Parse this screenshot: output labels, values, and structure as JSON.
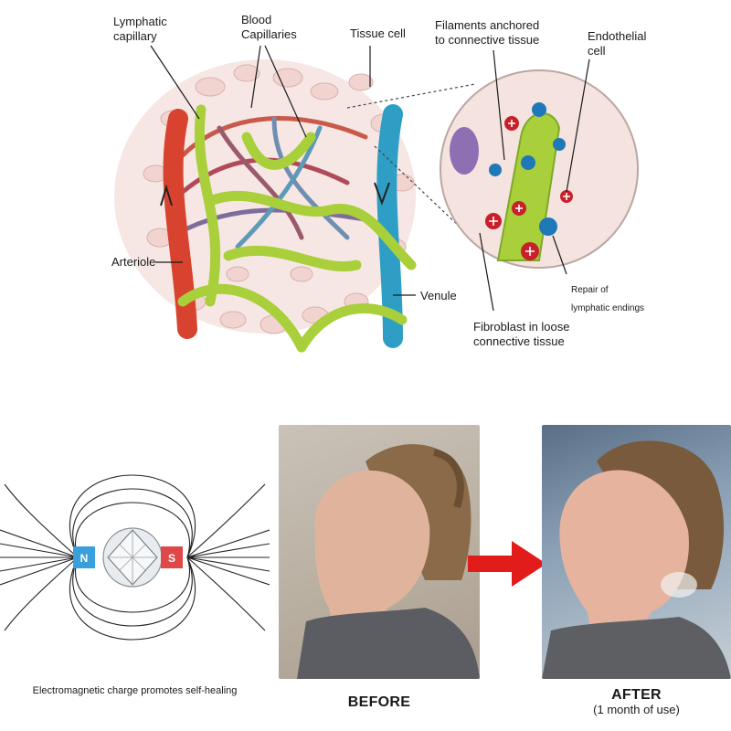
{
  "diagram": {
    "labels": {
      "lymphatic_capillary": "Lymphatic\ncapillary",
      "blood_capillaries": "Blood\nCapillaries",
      "tissue_cell": "Tissue cell",
      "filaments": "Filaments anchored\nto connective tissue",
      "endothelial_cell": "Endothelial\ncell",
      "arteriole": "Arteriole",
      "venule": "Venule",
      "repair": "Repair of\nlymphatic endings",
      "fibroblast": "Fibroblast in loose\nconnective tissue"
    }
  },
  "magnet": {
    "north": "N",
    "south": "S",
    "caption": "Electromagnetic charge promotes self-healing"
  },
  "comparison": {
    "before_label": "BEFORE",
    "after_label": "AFTER",
    "after_sublabel": "(1 month of use)",
    "arrow_color": "#e21b1b"
  },
  "colors": {
    "arteriole": "#d8432f",
    "venule": "#2f9ec4",
    "lymphatic": "#a9cf3b",
    "positive_ion": "#c8202a",
    "negative_ion": "#1f78b8"
  }
}
